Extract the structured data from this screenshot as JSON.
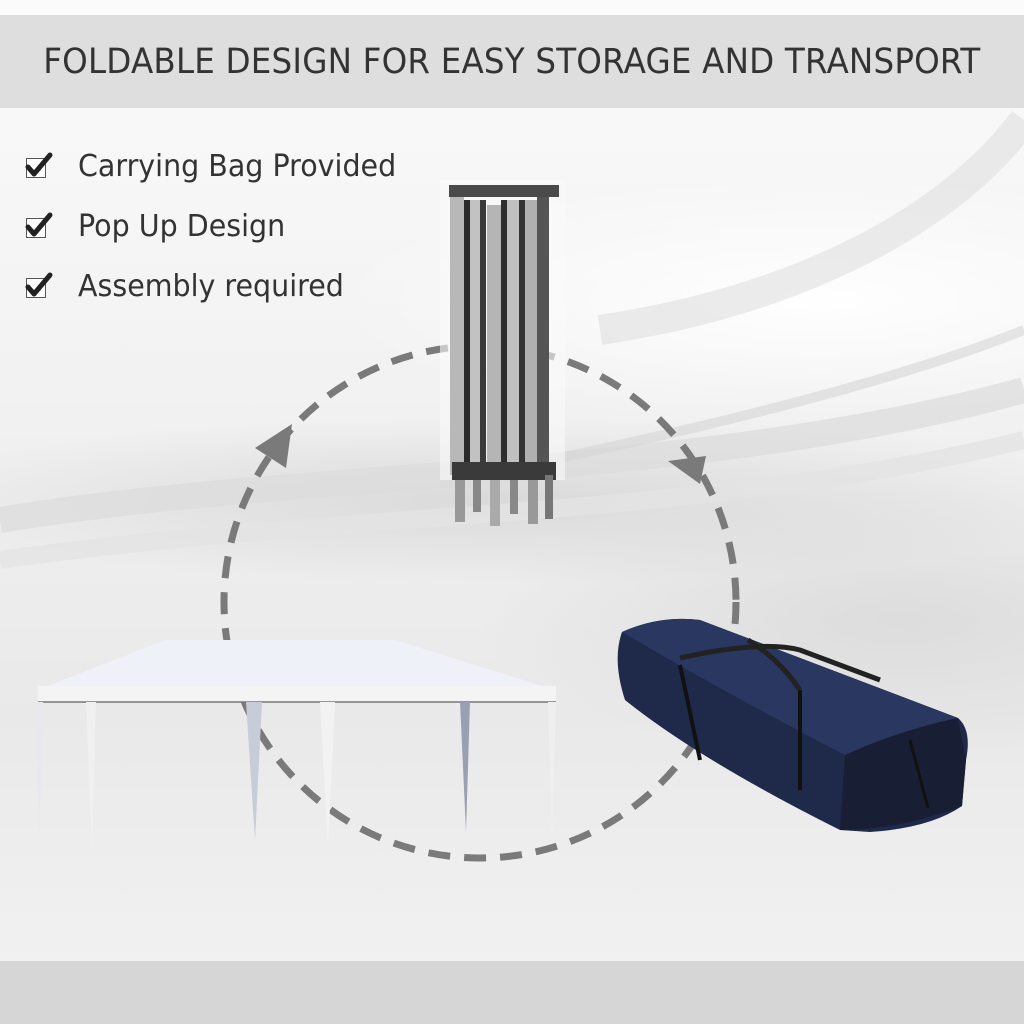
{
  "header": {
    "title": "FOLDABLE DESIGN FOR EASY STORAGE AND TRANSPORT"
  },
  "features": [
    {
      "icon": "checkbox-checked-icon",
      "label": "Carrying Bag Provided"
    },
    {
      "icon": "checkbox-checked-icon",
      "label": "Pop Up Design"
    },
    {
      "icon": "checkbox-checked-icon",
      "label": "Assembly required"
    }
  ],
  "images": {
    "folded_frame": "folded-canopy-frame",
    "carry_bag": "navy-carrying-bag",
    "canopy": "white-party-tent-canopy"
  },
  "colors": {
    "header_bg": "#dedede",
    "text": "#333333",
    "arrow": "#7a7a7a",
    "bag": "#1f2a4a",
    "footer_bg": "#d6d6d6"
  }
}
